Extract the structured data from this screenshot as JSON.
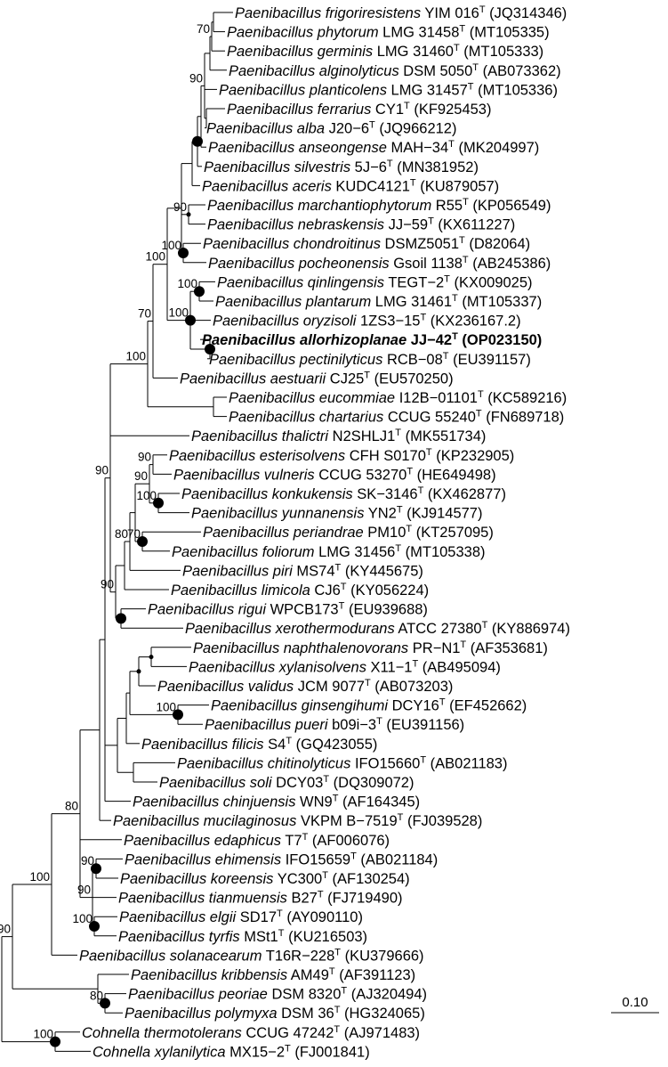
{
  "taxa": [
    {
      "genus": "Paenibacillus",
      "species": "frigoriresistens",
      "strain": "YIM 016",
      "type_mark": "T",
      "accession": "(JQ314346)"
    },
    {
      "genus": "Paenibacillus",
      "species": "phytorum",
      "strain": "LMG 31458",
      "type_mark": "T",
      "accession": "(MT105335)"
    },
    {
      "genus": "Paenibacillus",
      "species": "germinis",
      "strain": "LMG 31460",
      "type_mark": "T",
      "accession": "(MT105333)"
    },
    {
      "genus": "Paenibacillus",
      "species": "alginolyticus",
      "strain": "DSM 5050",
      "type_mark": "T",
      "accession": "(AB073362)"
    },
    {
      "genus": "Paenibacillus",
      "species": "planticolens",
      "strain": "LMG 31457",
      "type_mark": "T",
      "accession": "(MT105336)"
    },
    {
      "genus": "Paenibacillus",
      "species": "ferrarius",
      "strain": "CY1",
      "type_mark": "T",
      "accession": "(KF925453)"
    },
    {
      "genus": "Paenibacillus",
      "species": "alba",
      "strain": "J20−6",
      "type_mark": "T",
      "accession": "(JQ966212)"
    },
    {
      "genus": "Paenibacillus",
      "species": "anseongense",
      "strain": " MAH−34",
      "type_mark": "T",
      "accession": "(MK204997)"
    },
    {
      "genus": "Paenibacillus",
      "species": "silvestris",
      "strain": "5J−6",
      "type_mark": "T",
      "accession": "(MN381952)"
    },
    {
      "genus": "Paenibacillus",
      "species": "aceris",
      "strain": "KUDC4121",
      "type_mark": "T",
      "accession": "(KU879057)"
    },
    {
      "genus": "Paenibacillus",
      "species": "marchantiophytorum",
      "strain": "R55",
      "type_mark": "T",
      "accession": "(KP056549)"
    },
    {
      "genus": "Paenibacillus",
      "species": "nebraskensis",
      "strain": "JJ−59",
      "type_mark": "T",
      "accession": "(KX611227)"
    },
    {
      "genus": "Paenibacillus",
      "species": "chondroitinus",
      "strain": "DSMZ5051",
      "type_mark": "T",
      "accession": "(D82064)"
    },
    {
      "genus": "Paenibacillus",
      "species": "pocheonensis",
      "strain": "Gsoil 1138",
      "type_mark": "T",
      "accession": "(AB245386)"
    },
    {
      "genus": "Paenibacillus",
      "species": "qinlingensis",
      "strain": "TEGT−2",
      "type_mark": "T",
      "accession": "(KX009025)"
    },
    {
      "genus": "Paenibacillus",
      "species": "plantarum",
      "strain": "LMG 31461",
      "type_mark": "T",
      "accession": "(MT105337)"
    },
    {
      "genus": "Paenibacillus",
      "species": "oryzisoli",
      "strain": "1ZS3−15",
      "type_mark": "T",
      "accession": "(KX236167.2)"
    },
    {
      "genus": "Paenibacillus",
      "species": "allorhizoplanae",
      "strain": "JJ−42",
      "type_mark": "T",
      "accession": "(OP023150)",
      "bold": true
    },
    {
      "genus": "Paenibacillus",
      "species": "pectinilyticus",
      "strain": "RCB−08",
      "type_mark": "T",
      "accession": "(EU391157)"
    },
    {
      "genus": "Paenibacillus",
      "species": "aestuarii",
      "strain": "CJ25",
      "type_mark": "T",
      "accession": "(EU570250)"
    },
    {
      "genus": "Paenibacillus",
      "species": "eucommiae",
      "strain": "I12B−01101",
      "type_mark": "T",
      "accession": "(KC589216)"
    },
    {
      "genus": "Paenibacillus",
      "species": "chartarius",
      "strain": "CCUG 55240",
      "type_mark": "T",
      "accession": "(FN689718)"
    },
    {
      "genus": "Paenibacillus",
      "species": "thalictri",
      "strain": "N2SHLJ1",
      "type_mark": "T",
      "accession": "(MK551734)"
    },
    {
      "genus": "Paenibacillus",
      "species": "esterisolvens",
      "strain": "CFH S0170",
      "type_mark": "T",
      "accession": "(KP232905)"
    },
    {
      "genus": "Paenibacillus",
      "species": "vulneris",
      "strain": "CCUG 53270",
      "type_mark": "T",
      "accession": "(HE649498)"
    },
    {
      "genus": "Paenibacillus",
      "species": "konkukensis",
      "strain": "SK−3146",
      "type_mark": "T",
      "accession": "(KX462877)"
    },
    {
      "genus": "Paenibacillus",
      "species": "yunnanensis",
      "strain": "YN2",
      "type_mark": "T",
      "accession": "(KJ914577)"
    },
    {
      "genus": "Paenibacillus",
      "species": "periandrae",
      "strain": "PM10",
      "type_mark": "T",
      "accession": "(KT257095)"
    },
    {
      "genus": "Paenibacillus",
      "species": "foliorum",
      "strain": "LMG 31456",
      "type_mark": "T",
      "accession": "(MT105338)"
    },
    {
      "genus": "Paenibacillus",
      "species": "piri",
      "strain": "MS74",
      "type_mark": "T",
      "accession": "(KY445675)"
    },
    {
      "genus": "Paenibacillus",
      "species": "limicola",
      "strain": "CJ6",
      "type_mark": "T",
      "accession": "(KY056224)"
    },
    {
      "genus": "Paenibacillus",
      "species": "rigui",
      "strain": "WPCB173",
      "type_mark": "T",
      "accession": "(EU939688)"
    },
    {
      "genus": "Paenibacillus",
      "species": "xerothermodurans",
      "strain": "ATCC 27380",
      "type_mark": "T",
      "accession": "(KY886974)"
    },
    {
      "genus": "Paenibacillus",
      "species": "naphthalenovorans",
      "strain": "PR−N1",
      "type_mark": "T",
      "accession": "(AF353681)"
    },
    {
      "genus": "Paenibacillus",
      "species": "xylanisolvens",
      "strain": "X11−1",
      "type_mark": "T",
      "accession": "(AB495094)"
    },
    {
      "genus": "Paenibacillus",
      "species": "validus",
      "strain": "JCM 9077",
      "type_mark": "T",
      "accession": "(AB073203)"
    },
    {
      "genus": "Paenibacillus",
      "species": "ginsengihumi",
      "strain": "DCY16",
      "type_mark": "T",
      "accession": "(EF452662)"
    },
    {
      "genus": "Paenibacillus",
      "species": "pueri",
      "strain": "b09i−3",
      "type_mark": "T",
      "accession": "(EU391156)"
    },
    {
      "genus": "Paenibacillus",
      "species": "filicis",
      "strain": "S4",
      "type_mark": "T",
      "accession": "(GQ423055)"
    },
    {
      "genus": "Paenibacillus",
      "species": "chitinolyticus",
      "strain": "IFO15660",
      "type_mark": "T",
      "accession": "(AB021183)"
    },
    {
      "genus": "Paenibacillus",
      "species": "soli",
      "strain": "DCY03",
      "type_mark": "T",
      "accession": "(DQ309072)"
    },
    {
      "genus": "Paenibacillus",
      "species": "chinjuensis",
      "strain": "WN9",
      "type_mark": "T",
      "accession": "(AF164345)"
    },
    {
      "genus": "Paenibacillus",
      "species": "mucilaginosus",
      "strain": "VKPM B−7519",
      "type_mark": "T",
      "accession": "(FJ039528)"
    },
    {
      "genus": "Paenibacillus",
      "species": "edaphicus",
      "strain": "T7",
      "type_mark": "T",
      "accession": "(AF006076)"
    },
    {
      "genus": "Paenibacillus",
      "species": "ehimensis",
      "strain": "IFO15659",
      "type_mark": "T",
      "accession": "(AB021184)"
    },
    {
      "genus": "Paenibacillus",
      "species": "koreensis",
      "strain": "YC300",
      "type_mark": "T",
      "accession": "(AF130254)"
    },
    {
      "genus": "Paenibacillus",
      "species": "tianmuensis",
      "strain": "B27",
      "type_mark": "T",
      "accession": "(FJ719490)"
    },
    {
      "genus": "Paenibacillus",
      "species": "elgii",
      "strain": "SD17",
      "type_mark": "T",
      "accession": "(AY090110)"
    },
    {
      "genus": "Paenibacillus",
      "species": "tyrfis",
      "strain": "MSt1",
      "type_mark": "T",
      "accession": "(KU216503)"
    },
    {
      "genus": "Paenibacillus",
      "species": "solanacearum",
      "strain": "T16R−228",
      "type_mark": "T",
      "accession": "(KU379666)"
    },
    {
      "genus": "Paenibacillus",
      "species": "kribbensis",
      "strain": "AM49",
      "type_mark": "T",
      "accession": "(AF391123)"
    },
    {
      "genus": "Paenibacillus",
      "species": "peoriae",
      "strain": "DSM 8320",
      "type_mark": "T",
      "accession": "(AJ320494)"
    },
    {
      "genus": "Paenibacillus",
      "species": "polymyxa",
      "strain": "DSM 36",
      "type_mark": "T",
      "accession": "(HG324065)"
    },
    {
      "genus": "Cohnella",
      "species": "thermotolerans",
      "strain": "CCUG 47242",
      "type_mark": "T",
      "accession": "(AJ971483)"
    },
    {
      "genus": "Cohnella",
      "species": "xylanilytica",
      "strain": "MX15−2",
      "type_mark": "T",
      "accession": "(FJ001841)"
    }
  ],
  "bootstrap": [
    "70",
    "90",
    "90",
    "100",
    "100",
    "100",
    "100",
    "100",
    "70",
    "90",
    "90",
    "90",
    "100",
    "70",
    "90",
    "80",
    "100",
    "80",
    "90",
    "90",
    "100",
    "100",
    "80",
    "90",
    "100"
  ],
  "scale_bar": {
    "label": "0.10"
  }
}
